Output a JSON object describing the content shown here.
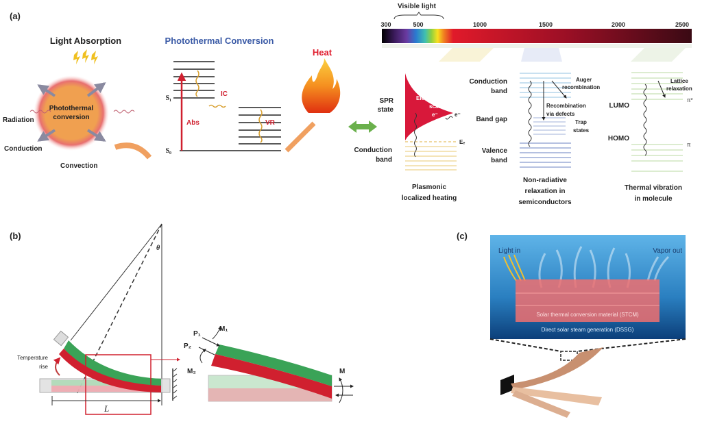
{
  "panel_a": {
    "label": "(a)",
    "light_absorption": "Light Absorption",
    "sphere_text": [
      "Photothermal",
      "conversion"
    ],
    "radiation": "Radiation",
    "conduction": "Conduction",
    "convection": "Convection",
    "photothermal_title": "Photothermal Conversion",
    "s1": "S₁",
    "s0": "S₀",
    "abs": "Abs",
    "ic": "IC",
    "vr": "VR",
    "heat": "Heat",
    "spectrum": {
      "visible_light": "Visible light",
      "ticks": [
        "300",
        "500",
        "1000",
        "1500",
        "2000",
        "2500"
      ]
    },
    "plasmonic": {
      "spr_state": [
        "SPR",
        "state"
      ],
      "ee_scattering": [
        "Electron-electron",
        "scattering"
      ],
      "e_minus": "e⁻",
      "ef": "Eₑ",
      "conduction_band": [
        "Conduction",
        "band"
      ],
      "title": [
        "Plasmonic",
        "localized heating"
      ]
    },
    "semiconductor": {
      "conduction_band": [
        "Conduction",
        "band"
      ],
      "band_gap": "Band gap",
      "valence_band": [
        "Valence",
        "band"
      ],
      "auger": [
        "Auger",
        "recombination"
      ],
      "recomb_defects": [
        "Recombination",
        "via defects"
      ],
      "trap_states": [
        "Trap",
        "states"
      ],
      "title": [
        "Non-radiative",
        "relaxation in",
        "semiconductors"
      ]
    },
    "molecule": {
      "lumo": "LUMO",
      "homo": "HOMO",
      "pi_star": "π*",
      "pi": "π",
      "lattice": [
        "Lattice",
        "relaxation"
      ],
      "title": [
        "Thermal vibration",
        "in molecule"
      ]
    }
  },
  "panel_b": {
    "label": "(b)",
    "theta": "θ",
    "temperature_rise": [
      "Temperature",
      "rise"
    ],
    "length": "L",
    "p1": "P₁",
    "p2": "P₂",
    "m1": "M₁",
    "m2": "M₂",
    "m": "M"
  },
  "panel_c": {
    "label": "(c)",
    "light_in": "Light in",
    "vapor_out": "Vapor out",
    "stcm": "Solar thermal conversion material (STCM)",
    "dssg": "Direct solar steam generation (DSSG)"
  },
  "colors": {
    "blue_title": "#3a5aa6",
    "red": "#d0202f",
    "green": "#3aa357"
  }
}
